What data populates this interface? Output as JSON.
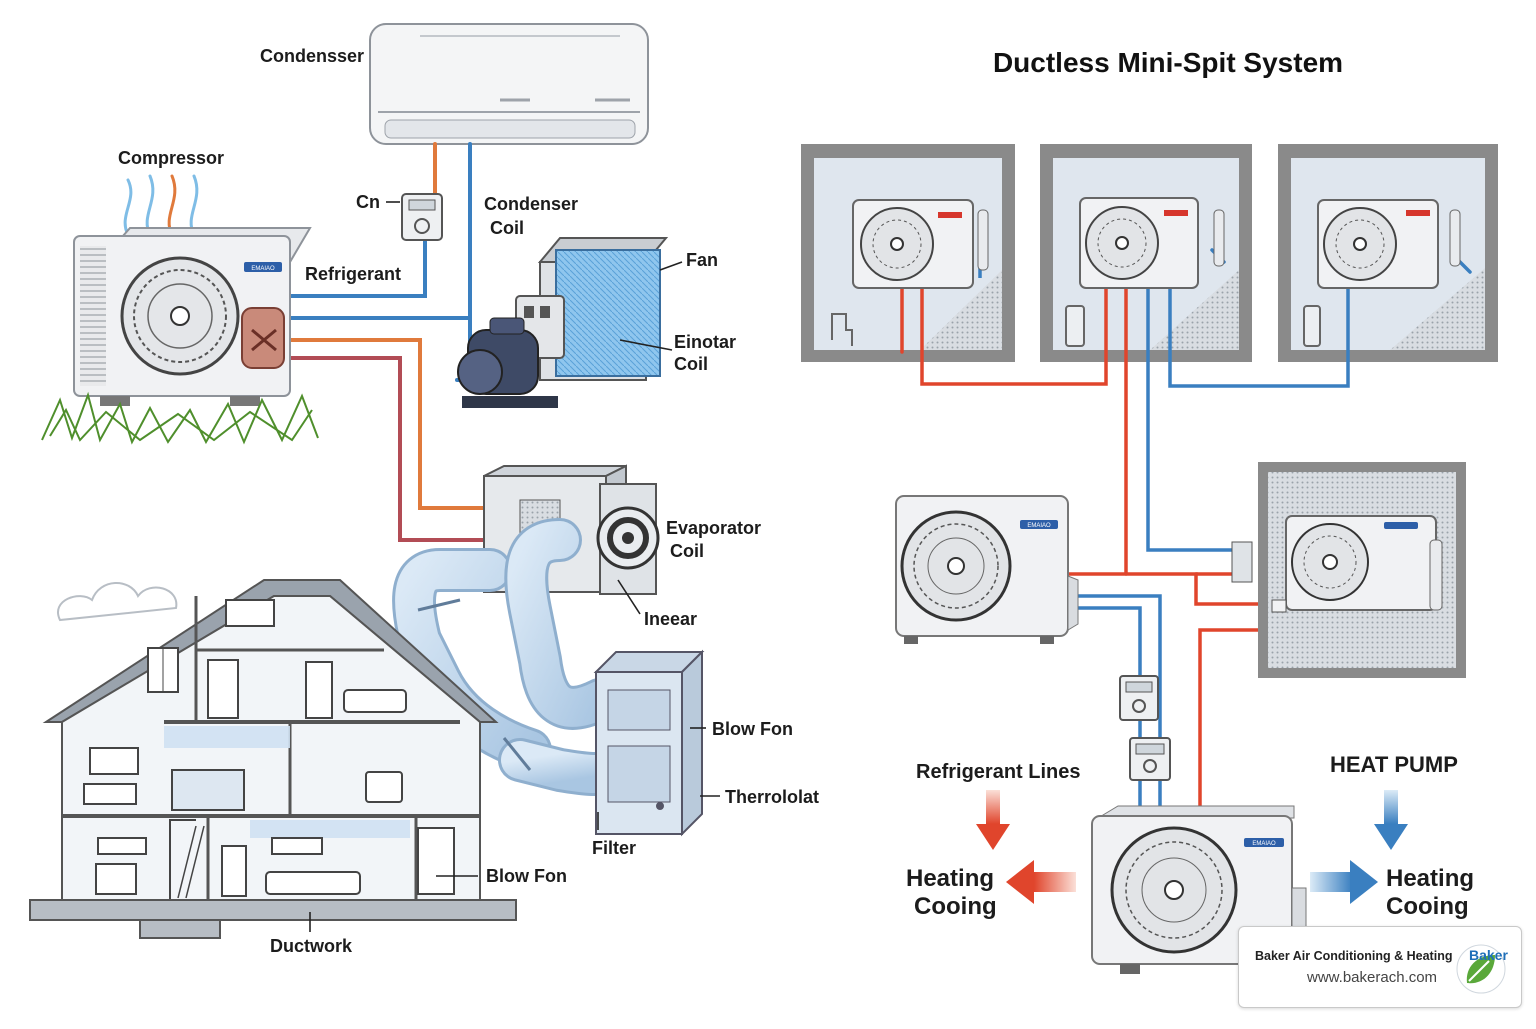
{
  "diagram": {
    "title": "Ductless Mini-Spit System",
    "labels": {
      "condenser_top": "Condensser",
      "compressor": "Compressor",
      "cn": "Cn",
      "condenser_coil_1": "Condenser",
      "condenser_coil_2": "Coil",
      "refrigerant": "Refrigerant",
      "fan": "Fan",
      "einotar_1": "Einotar",
      "einotar_2": "Coil",
      "evaporator_1": "Evaporator",
      "evaporator_2": "Coil",
      "ineear": "Ineear",
      "blow_fon_1": "Blow Fon",
      "thermostat": "Therrololat",
      "filter": "Filter",
      "blow_fon_2": "Blow Fon",
      "ductwork": "Ductwork",
      "refrigerant_lines": "Refrigerant Lines",
      "heat_pump": "HEAT PUMP",
      "heating_left": "Heating",
      "cooling_left": "Cooing",
      "heating_right": "Heating",
      "cooling_right": "Cooing"
    },
    "unit_badge": "EMAIAO",
    "colors": {
      "hot_line": "#e0452c",
      "cold_line": "#3a7fc0",
      "orange_line": "#e07a3c",
      "maroon_line": "#b24c55",
      "wall_frame": "#8a8a8a",
      "unit_body": "#f1f2f4"
    }
  },
  "brand": {
    "name": "Baker Air Conditioning & Heating",
    "url": "www.bakerach.com",
    "logo_text": "Baker"
  }
}
